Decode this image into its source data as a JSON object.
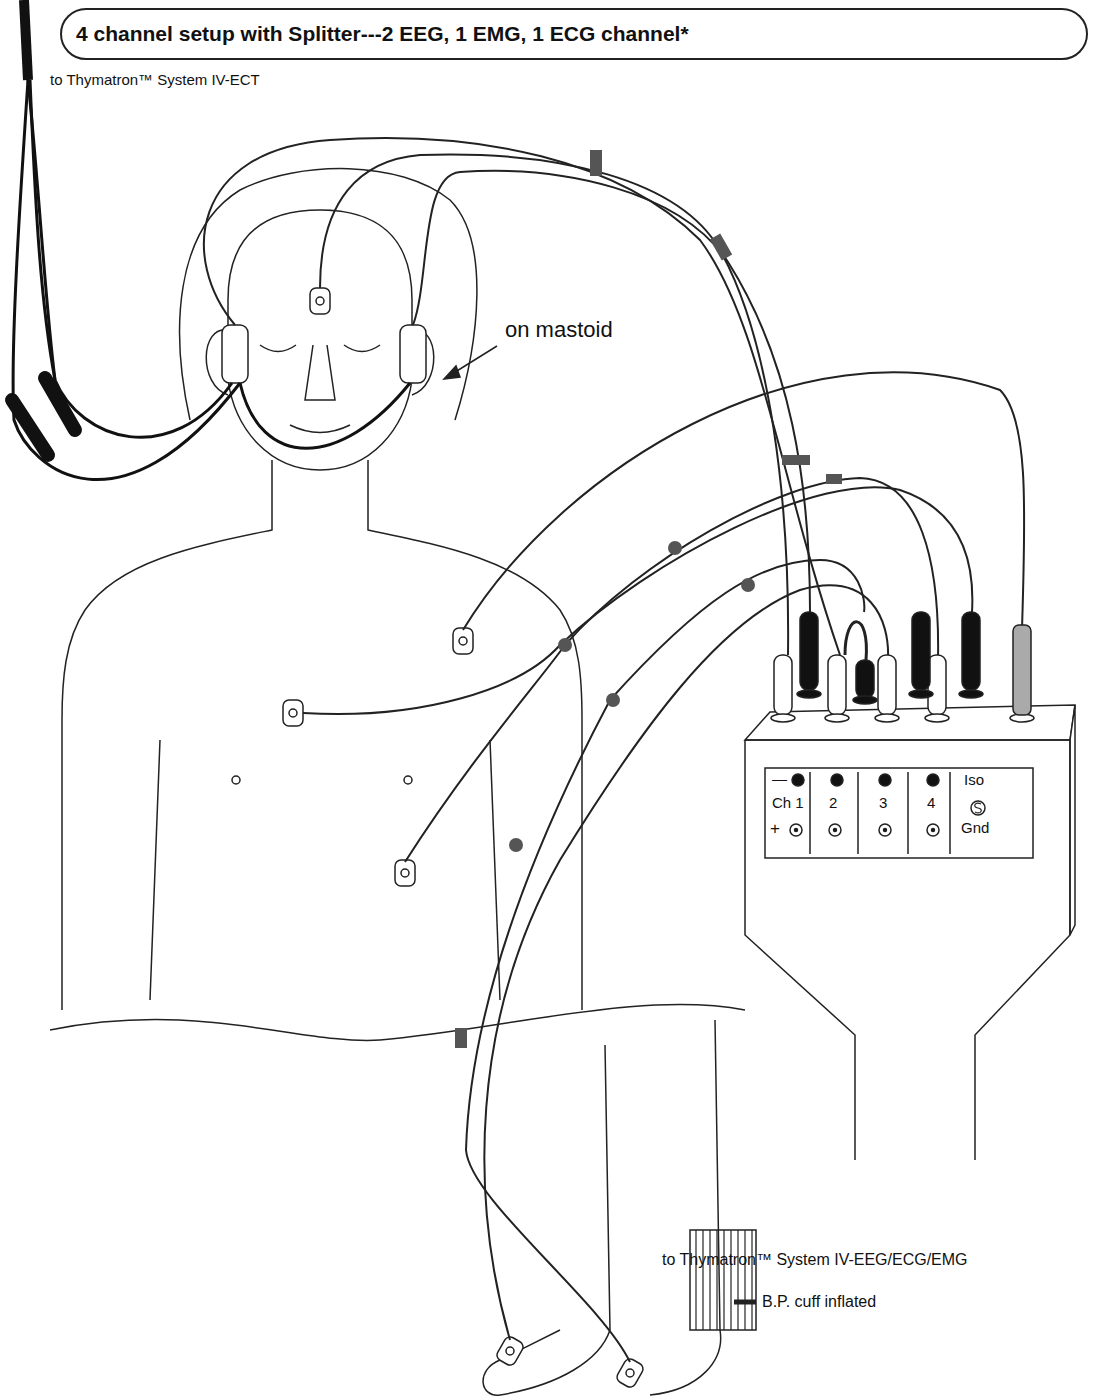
{
  "diagram": {
    "title": "4 channel setup with Splitter---2 EEG, 1 EMG, 1 ECG channel*",
    "labels": [
      "to Thymatron™ System IV-ECT",
      "on mastoid",
      "—",
      "Ch 1",
      "+",
      "2",
      "3",
      "4",
      "Iso",
      "Gnd",
      "to Thymatron™ System IV-EEG/ECG/EMG",
      "B.P. cuff inflated"
    ]
  }
}
